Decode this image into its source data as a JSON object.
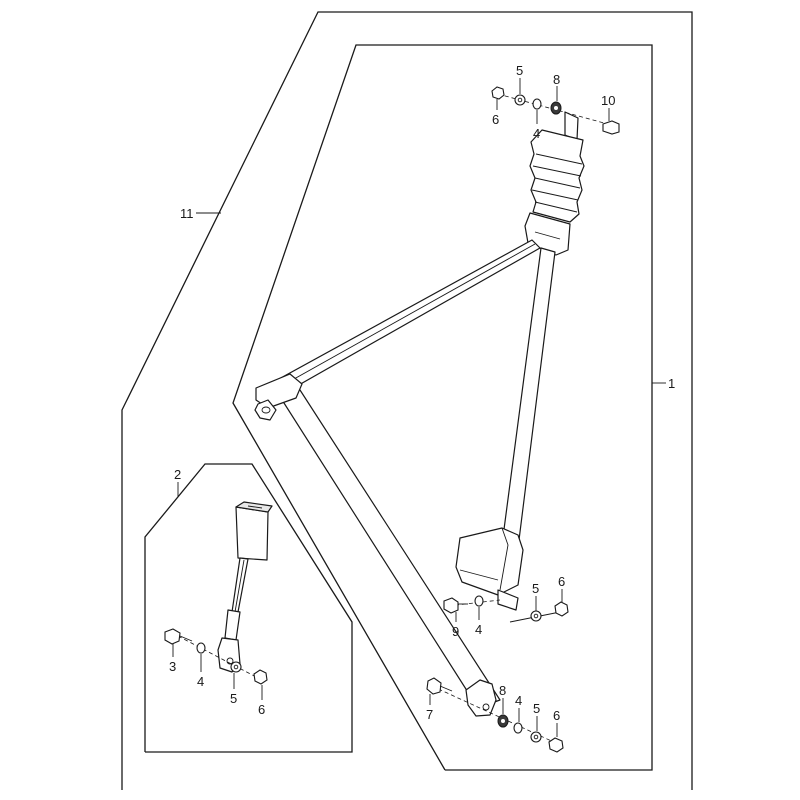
{
  "callouts": {
    "c1": "1",
    "c2": "2",
    "c11": "11",
    "top_5": "5",
    "top_8": "8",
    "top_10": "10",
    "top_6": "6",
    "top_4": "4",
    "ret_5": "5",
    "ret_6": "6",
    "ret_9": "9",
    "ret_4": "4",
    "buckle_3": "3",
    "buckle_4": "4",
    "buckle_5": "5",
    "buckle_6": "6",
    "bot_7": "7",
    "bot_8": "8",
    "bot_4": "4",
    "bot_5": "5",
    "bot_6": "6"
  }
}
